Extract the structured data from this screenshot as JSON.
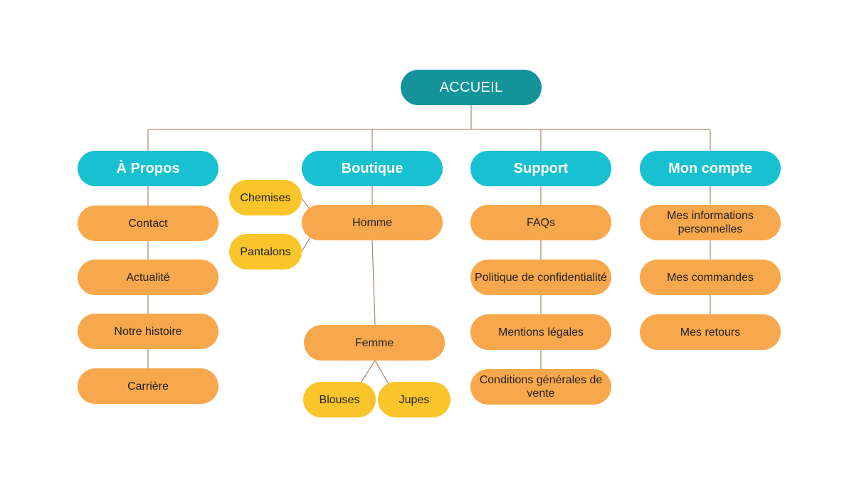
{
  "diagram": {
    "root": {
      "label": "ACCUEIL"
    },
    "sections": [
      {
        "label": "À Propos",
        "pages": [
          "Contact",
          "Actualité",
          "Notre histoire",
          "Carrière"
        ]
      },
      {
        "label": "Boutique",
        "pages": [
          {
            "label": "Homme",
            "children": [
              "Chemises",
              "Pantalons"
            ]
          },
          {
            "label": "Femme",
            "children": [
              "Blouses",
              "Jupes"
            ]
          }
        ]
      },
      {
        "label": "Support",
        "pages": [
          "FAQs",
          "Politique de confidentialité",
          "Mentions légales",
          "Conditions générales de vente"
        ]
      },
      {
        "label": "Mon compte",
        "pages": [
          "Mes informations personnelles",
          "Mes commandes",
          "Mes retours"
        ]
      }
    ]
  },
  "colors": {
    "root": "#14939a",
    "section": "#17c1d1",
    "page": "#f8a84c",
    "subpage": "#f9c52b",
    "connector": "#b58a78"
  }
}
